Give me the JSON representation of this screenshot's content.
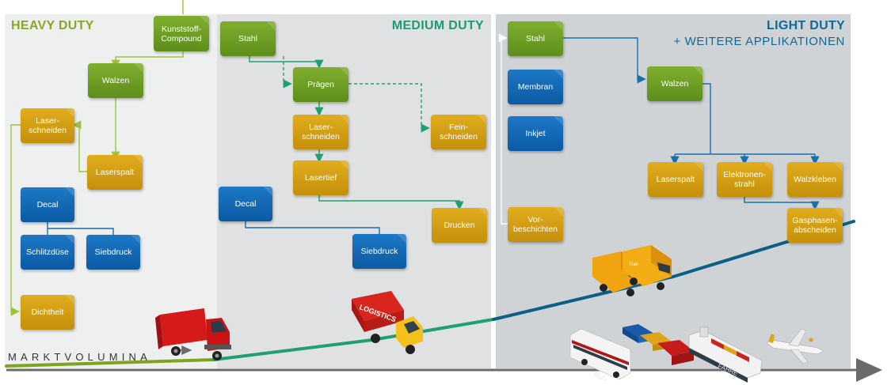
{
  "panels": {
    "heavy": {
      "title": "HEAVY DUTY",
      "color": "#8aa625"
    },
    "medium": {
      "title": "MEDIUM DUTY",
      "color": "#1f9a76"
    },
    "light": {
      "title": "LIGHT DUTY",
      "subtitle": "+ WEITERE APPLIKATIONEN",
      "color": "#0e6a96"
    }
  },
  "boxes": {
    "kunststoff": "Kunststoff-\nCompound",
    "walzen_heavy": "Walzen",
    "laserschneiden_heavy": "Laser-\nschneiden",
    "laserspalt_heavy": "Laserspalt",
    "decal_heavy": "Decal",
    "schlitzduese": "Schlitzdüse",
    "siebdruck_heavy": "Siebdruck",
    "dichtheit": "Dichtheit",
    "stahl_medium": "Stahl",
    "praegen": "Prägen",
    "laserschneiden_medium": "Laser-\nschneiden",
    "feinschneiden": "Fein-\nschneiden",
    "lasertief": "Lasertief",
    "drucken": "Drucken",
    "decal_medium": "Decal",
    "siebdruck_medium": "Siebdruck",
    "stahl_light": "Stahl",
    "membran": "Membran",
    "inkjet": "Inkjet",
    "vorbeschichten": "Vor-\nbeschichten",
    "walzen_light": "Walzen",
    "laserspalt_light": "Laserspalt",
    "elektronenstrahl": "Elektronen-\nstrahl",
    "walzkleben": "Walzkleben",
    "gasphasen": "Gasphasen-\nabscheiden"
  },
  "axis": {
    "label": "MARKTVOLUMINA"
  },
  "vehicles": {
    "truck_medium": "LOGISTICS",
    "van": "Tran",
    "bus": "BUS",
    "ship": "FAHRE"
  },
  "colors": {
    "green_box": "#6c9b22",
    "gold_box": "#d29e12",
    "blue_box": "#1168b4",
    "line_heavy": "#7ea41f",
    "line_medium": "#1fa071",
    "line_light": "#0c5f86",
    "axis": "#6b6b6b"
  }
}
